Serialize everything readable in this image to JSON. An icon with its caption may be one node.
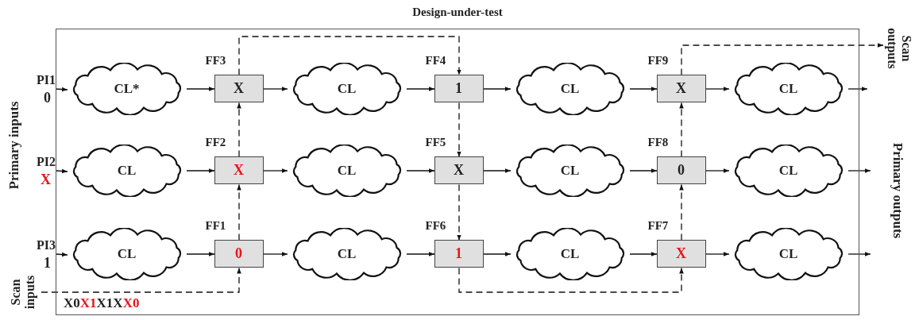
{
  "diagram": {
    "nodes": [
      {
        "text": [
          "Design-under-test"
        ]
      },
      {
        "text": [
          "PI1",
          "0"
        ]
      },
      {
        "text": [
          "CL*"
        ],
        "in": 0
      },
      {
        "text": [
          "FF3",
          "X"
        ],
        "in": 0
      },
      {
        "text": [
          "CL"
        ],
        "in": 0
      },
      {
        "text": [
          "FF4",
          "1"
        ],
        "in": 0
      },
      {
        "text": [
          "CL"
        ],
        "in": 0
      },
      {
        "text": [
          "FF9",
          "X"
        ],
        "in": 0
      },
      {
        "text": [
          "CL"
        ],
        "in": 0
      },
      {
        "text": [
          "Scan outputs"
        ]
      },
      {
        "text": [
          "PI2",
          "X"
        ]
      },
      {
        "text": [
          "CL"
        ],
        "in": 0
      },
      {
        "text": [
          "FF2",
          "X"
        ],
        "in": 0
      },
      {
        "text": [
          "CL"
        ],
        "in": 0
      },
      {
        "text": [
          "FF5",
          "X"
        ],
        "in": 0
      },
      {
        "text": [
          "CL"
        ],
        "in": 0
      },
      {
        "text": [
          "FF8",
          "0"
        ],
        "in": 0
      },
      {
        "text": [
          "CL"
        ],
        "in": 0
      },
      {
        "text": [
          "PI3",
          "1"
        ]
      },
      {
        "text": [
          "CL"
        ],
        "in": 0
      },
      {
        "text": [
          "FF1",
          "0"
        ],
        "in": 0
      },
      {
        "text": [
          "CL"
        ],
        "in": 0
      },
      {
        "text": [
          "FF6",
          "1"
        ],
        "in": 0
      },
      {
        "text": [
          "CL"
        ],
        "in": 0
      },
      {
        "text": [
          "FF7",
          "X"
        ],
        "in": 0
      },
      {
        "text": [
          "CL"
        ],
        "in": 0
      },
      {
        "text": [
          "Scan inputs"
        ]
      }
    ],
    "edges": [
      {
        "from": 1,
        "to": 2,
        "arrow": "to"
      },
      {
        "from": 2,
        "to": 3,
        "arrow": "to"
      },
      {
        "from": 3,
        "to": 4,
        "arrow": "to"
      },
      {
        "from": 4,
        "to": 5,
        "arrow": "to"
      },
      {
        "from": 5,
        "to": 6,
        "arrow": "to"
      },
      {
        "from": 6,
        "to": 7,
        "arrow": "to"
      },
      {
        "from": 7,
        "to": 8,
        "arrow": "to"
      },
      {
        "from": 8,
        "to": null,
        "arrow": "to"
      },
      {
        "from": 10,
        "to": 11,
        "arrow": "to"
      },
      {
        "from": 11,
        "to": 12,
        "arrow": "to"
      },
      {
        "from": 12,
        "to": 13,
        "arrow": "to"
      },
      {
        "from": 13,
        "to": 14,
        "arrow": "to"
      },
      {
        "from": 14,
        "to": 15,
        "arrow": "to"
      },
      {
        "from": 15,
        "to": 16,
        "arrow": "to"
      },
      {
        "from": 16,
        "to": 17,
        "arrow": "to"
      },
      {
        "from": 17,
        "to": null,
        "arrow": "to"
      },
      {
        "from": 18,
        "to": 19,
        "arrow": "to"
      },
      {
        "from": 19,
        "to": 20,
        "arrow": "to"
      },
      {
        "from": 20,
        "to": 21,
        "arrow": "to"
      },
      {
        "from": 21,
        "to": 22,
        "arrow": "to"
      },
      {
        "from": 22,
        "to": 23,
        "arrow": "to"
      },
      {
        "from": 23,
        "to": 24,
        "arrow": "to"
      },
      {
        "from": 24,
        "to": 25,
        "arrow": "to"
      },
      {
        "from": 25,
        "to": null,
        "arrow": "to"
      },
      {
        "from": 26,
        "to": 20,
        "arrow": "to",
        "style": "dashed"
      },
      {
        "from": 20,
        "to": 12,
        "arrow": "to",
        "style": "dashed"
      },
      {
        "from": 12,
        "to": 3,
        "arrow": "to",
        "style": "dashed"
      },
      {
        "from": 3,
        "to": 5,
        "arrow": "to",
        "style": "dashed"
      },
      {
        "from": 5,
        "to": 14,
        "arrow": "to",
        "style": "dashed"
      },
      {
        "from": 14,
        "to": 22,
        "arrow": "to",
        "style": "dashed"
      },
      {
        "from": 22,
        "to": 24,
        "arrow": "to",
        "style": "dashed"
      },
      {
        "from": 24,
        "to": 16,
        "arrow": "to",
        "style": "dashed"
      },
      {
        "from": 16,
        "to": 7,
        "arrow": "to",
        "style": "dashed"
      },
      {
        "from": 7,
        "to": 9,
        "arrow": "to",
        "style": "dashed"
      }
    ],
    "labels": [
      "Primary inputs",
      "Primary outputs",
      "X0",
      "X1",
      "X1X",
      "X0"
    ]
  }
}
